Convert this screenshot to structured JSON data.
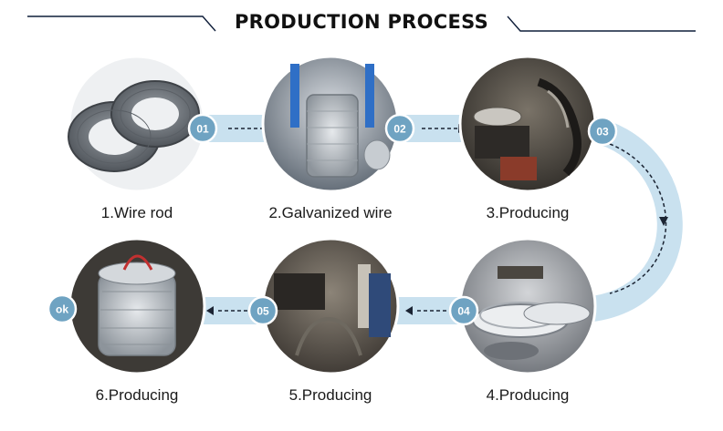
{
  "header": {
    "title": "PRODUCTION PROCESS"
  },
  "steps": [
    {
      "badge": "01",
      "label": "1.Wire rod",
      "photo": "black-wire-rod-coils"
    },
    {
      "badge": "02",
      "label": "2.Galvanized wire",
      "photo": "galvanized-wire-spool"
    },
    {
      "badge": "03",
      "label": "3.Producing",
      "photo": "barbed-wire-machine"
    },
    {
      "badge": "04",
      "label": "4.Producing",
      "photo": "wire-coiling-machine"
    },
    {
      "badge": "05",
      "label": "5.Producing",
      "photo": "factory-workshop"
    },
    {
      "badge": "ok",
      "label": "6.Producing",
      "photo": "finished-barbed-wire-roll"
    }
  ],
  "colors": {
    "connector": "#c9e1ef",
    "badge": "#6fa3c2",
    "accent": "#0f1e3a"
  }
}
